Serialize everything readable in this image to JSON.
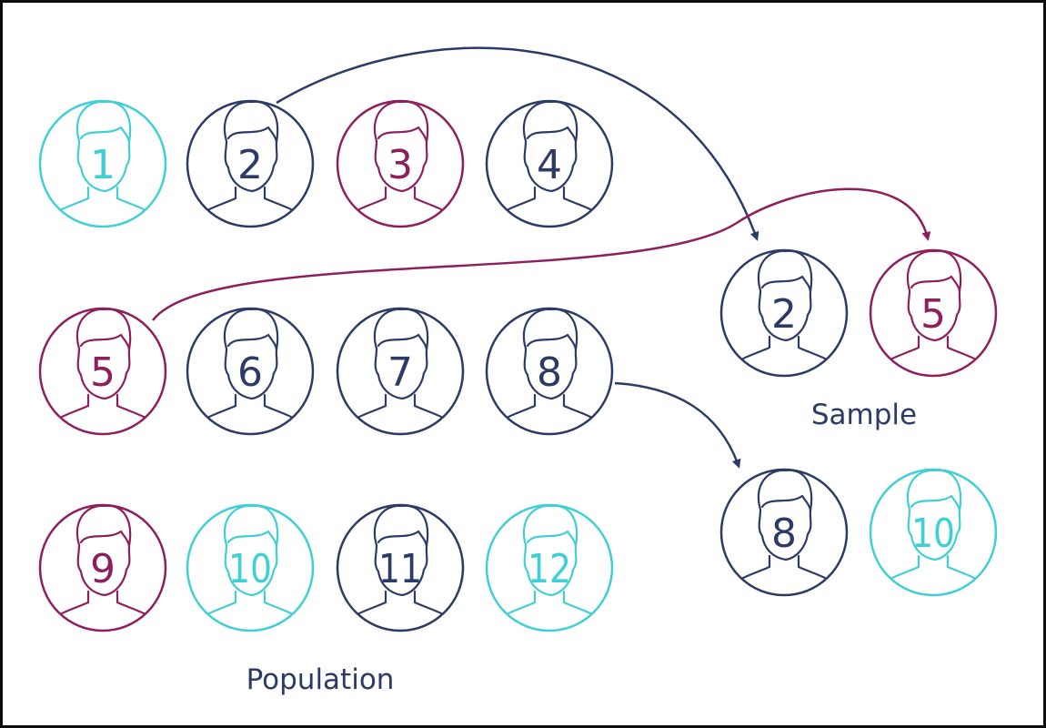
{
  "colors": {
    "navy": "#2c3a66",
    "magenta": "#8c1f5c",
    "cyan": "#3fcfd4",
    "border": "#0d0d0d"
  },
  "icon": "person-silhouette-icon",
  "population": {
    "label": "Population",
    "people": [
      {
        "id": "1",
        "color": "cyan"
      },
      {
        "id": "2",
        "color": "navy"
      },
      {
        "id": "3",
        "color": "magenta"
      },
      {
        "id": "4",
        "color": "navy"
      },
      {
        "id": "5",
        "color": "magenta"
      },
      {
        "id": "6",
        "color": "navy"
      },
      {
        "id": "7",
        "color": "navy"
      },
      {
        "id": "8",
        "color": "navy"
      },
      {
        "id": "9",
        "color": "magenta"
      },
      {
        "id": "10",
        "color": "cyan"
      },
      {
        "id": "11",
        "color": "navy"
      },
      {
        "id": "12",
        "color": "cyan"
      }
    ]
  },
  "sample": {
    "label": "Sample",
    "people": [
      {
        "id": "2",
        "color": "navy"
      },
      {
        "id": "5",
        "color": "magenta"
      },
      {
        "id": "8",
        "color": "navy"
      },
      {
        "id": "10",
        "color": "cyan"
      }
    ]
  },
  "arrows": [
    {
      "from": "population-2",
      "to": "sample-2",
      "color": "navy"
    },
    {
      "from": "population-5",
      "to": "sample-5",
      "color": "magenta"
    },
    {
      "from": "population-8",
      "to": "sample-8",
      "color": "navy"
    }
  ]
}
